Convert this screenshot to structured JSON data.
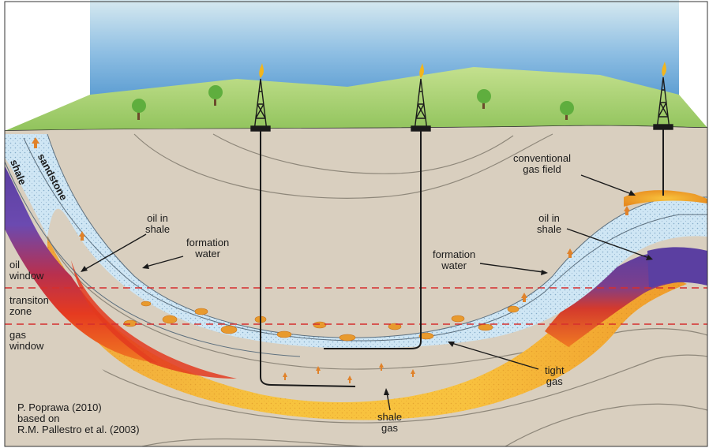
{
  "labels": {
    "sandstone": "sandstone",
    "shale": "shale",
    "oil_in_shale_left": [
      "oil in",
      "shale"
    ],
    "formation_water_left": [
      "formation",
      "water"
    ],
    "oil_window": [
      "oil",
      "window"
    ],
    "transition_zone": [
      "transiton",
      "zone"
    ],
    "gas_window": [
      "gas",
      "window"
    ],
    "conventional_gas_field": [
      "conventional",
      "gas field"
    ],
    "oil_in_shale_right": [
      "oil in",
      "shale"
    ],
    "formation_water_right": [
      "formation",
      "water"
    ],
    "tight_gas": [
      "tight",
      "gas"
    ],
    "shale_gas": [
      "shale",
      "gas"
    ]
  },
  "credit": [
    "P. Poprawa (2010)",
    "based on",
    "R.M. Pallestro et al. (2003)"
  ],
  "colors": {
    "sky_top": "#c9e2ec",
    "sky_bottom": "#6fa9d8",
    "grass": "#9ccc66",
    "ground": "#d9cfbf",
    "sandstone_layer": "#cfe6f4",
    "shale_layer_oil": "#5b3fa1",
    "gas_window_red": "#e23a1f",
    "gas_window_orange": "#f2a21e",
    "window_line": "#d62e2e"
  },
  "icons": [
    "derrick-icon",
    "tree-icon",
    "flame-icon",
    "arrow-icon"
  ]
}
